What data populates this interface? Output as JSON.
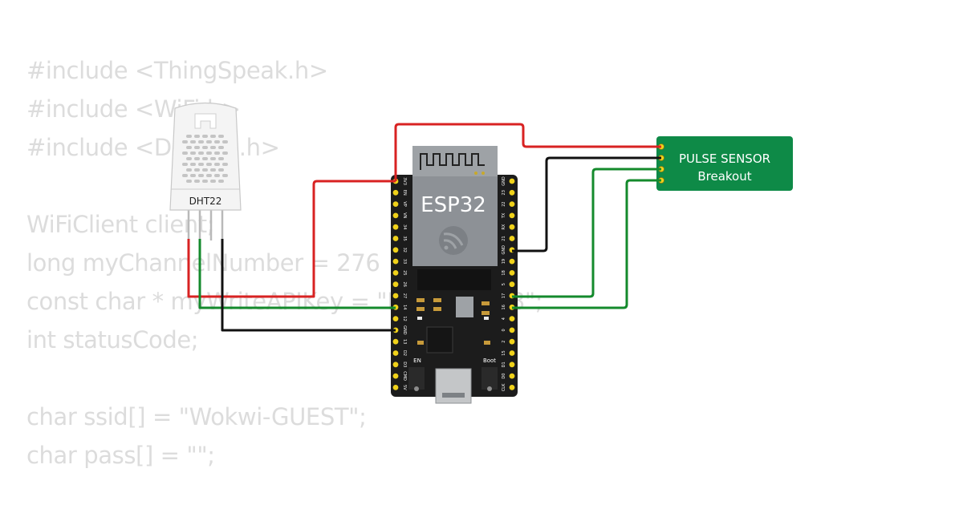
{
  "code_lines": [
    "#include <ThingSpeak.h>",
    "#include <WiFi.h>",
    "#include <DHTesp.h>",
    "",
    "WiFiClient client;",
    "long myChannelNumber = 276",
    "const char * myWriteAPIKey = \"H763ULDX8\";",
    "int statusCode;",
    "",
    "char ssid[] = \"Wokwi-GUEST\";",
    "char pass[] = \"\";"
  ],
  "dht": {
    "label": "DHT22"
  },
  "esp32": {
    "label": "ESP32",
    "en_label": "EN",
    "boot_label": "Boot",
    "left_pins": [
      "3V3",
      "EN",
      "VP",
      "VN",
      "34",
      "35",
      "32",
      "33",
      "25",
      "26",
      "27",
      "14",
      "12",
      "GND",
      "13",
      "D2",
      "D3",
      "CMD",
      "5V"
    ],
    "right_pins": [
      "GND",
      "23",
      "22",
      "TX",
      "RX",
      "21",
      "GND",
      "19",
      "18",
      "5",
      "17",
      "16",
      "4",
      "0",
      "2",
      "15",
      "D1",
      "D0",
      "CLK"
    ]
  },
  "pulse_sensor": {
    "line1": "PULSE SENSOR",
    "line2": "Breakout"
  },
  "colors": {
    "board": "#1c1c1c",
    "pin_yellow": "#f0d21a",
    "wire_red": "#d82222",
    "wire_green": "#148a2c",
    "wire_black": "#111111",
    "pulse_board": "#0e8a47",
    "module_silver": "#9ea2a6",
    "code_text": "#dcdcdc"
  }
}
